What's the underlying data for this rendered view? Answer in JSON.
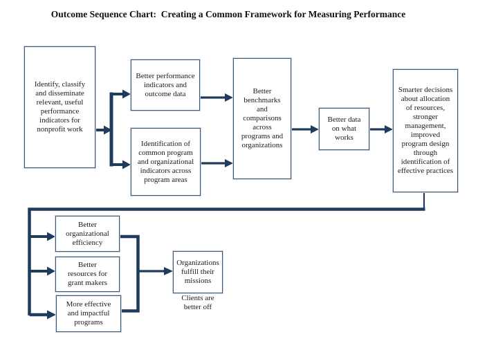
{
  "title": "Outcome Sequence Chart:  Creating a Common Framework for Measuring Performance",
  "colors": {
    "connector": "#203c5c",
    "box_border": "#3c5878",
    "text": "#1b1b1b",
    "background": "#ffffff"
  },
  "boxes": {
    "identify_indicators": "Identify, classify\nand disseminate\nrelevant, useful\nperformance\nindicators for\nnonprofit work",
    "performance_indicators": "Better performance\nindicators and\noutcome data",
    "common_indicators": "Identification of\ncommon program\nand organizational\nindicators across\nprogram areas",
    "benchmarks": "Better\nbenchmarks\nand\ncomparisons\nacross\nprograms and\norganizations",
    "data_works": "Better data\non what\nworks",
    "smarter_decisions": "Smarter decisions\nabout allocation\nof resources,\nstronger\nmanagement,\nimproved\nprogram design\nthrough\nidentification of\neffective practices",
    "org_efficiency": "Better\norganizational\nefficiency",
    "grant_resources": "Better\nresources for\ngrant makers",
    "effective_programs": "More effective\nand impactful\nprograms",
    "fulfill_missions": "Organizations\nfulfill their\nmissions",
    "clients_better": "Clients are\nbetter off"
  }
}
